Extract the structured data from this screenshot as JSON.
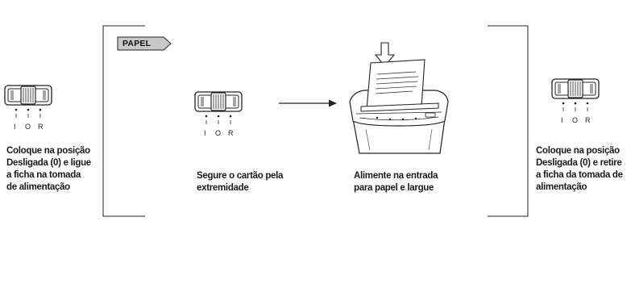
{
  "tag": {
    "label": "PAPEL"
  },
  "switch_positions": [
    "I",
    "O",
    "R"
  ],
  "steps": [
    {
      "caption": "Coloque na posição\nDesligada (0) e ligue\na ficha na tomada\nde alimentação"
    },
    {
      "caption": "Segure o cartão pela\nextremidade"
    },
    {
      "caption": "Alimente na entrada\npara papel e largue"
    },
    {
      "caption": "Coloque na posição\nDesligada (0) e retire\na ficha da tomada de\nalimentação"
    }
  ]
}
